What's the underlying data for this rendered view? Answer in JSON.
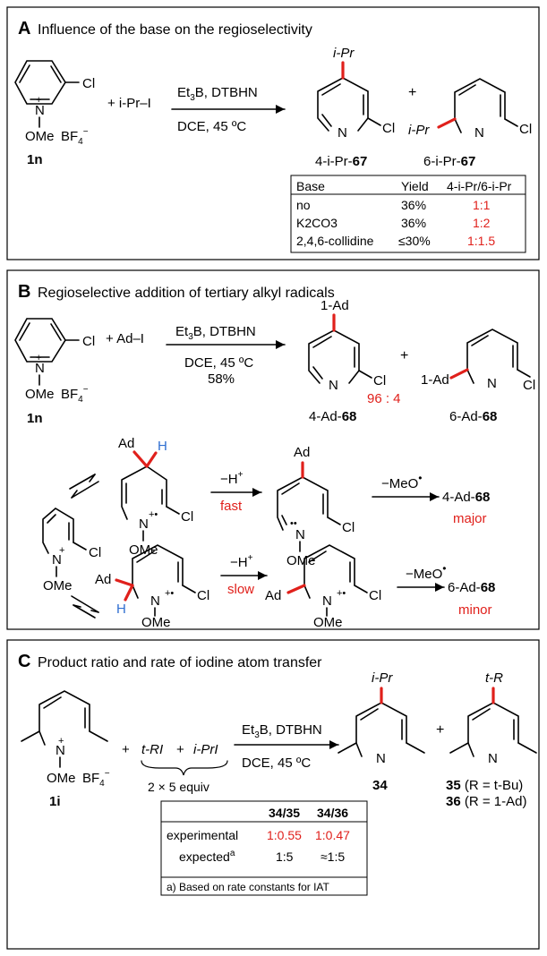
{
  "panelA": {
    "letter": "A",
    "title": "Influence of the base on the regioselectivity",
    "sub_cl": "Cl",
    "sub_n_plus": "+",
    "sub_n": "N",
    "sub_ome": "OMe",
    "sub_bf4": "BF",
    "sub_bf4_sub": "4",
    "sub_bf4_sup": "−",
    "sub_label": "1n",
    "reagent": "+ i-Pr–I",
    "cond_top_et": "Et",
    "cond_top_sub": "3",
    "cond_top_rest": "B, DTBHN",
    "cond_bottom": "DCE, 45 ºC",
    "prod1_sub": "i-Pr",
    "prod1_n": "N",
    "prod1_cl": "Cl",
    "prod1_label_pre": "4-i-Pr-",
    "prod1_label_num": "67",
    "plus": "+",
    "prod2_sub": "i-Pr",
    "prod2_n": "N",
    "prod2_cl": "Cl",
    "prod2_label_pre": "6-i-Pr-",
    "prod2_label_num": "67",
    "table_headers": [
      "Base",
      "Yield",
      "4-i-Pr/6-i-Pr"
    ],
    "table_rows": [
      {
        "base": "no",
        "yield": "36%",
        "ratio": "1:1"
      },
      {
        "base": "K2CO3",
        "yield": "36%",
        "ratio": "1:2"
      },
      {
        "base": "2,4,6-collidine",
        "yield": "≤30%",
        "ratio": "1:1.5"
      }
    ]
  },
  "panelB": {
    "letter": "B",
    "title": "Regioselective addition of tertiary alkyl radicals",
    "sub_cl": "Cl",
    "sub_n_plus": "+",
    "sub_n": "N",
    "sub_ome": "OMe",
    "sub_bf4": "BF",
    "sub_bf4_sub": "4",
    "sub_bf4_sup": "−",
    "sub_label": "1n",
    "reagent": "+ Ad–I",
    "cond_top_et": "Et",
    "cond_top_sub": "3",
    "cond_top_rest": "B, DTBHN",
    "cond_bottom": "DCE, 45 ºC",
    "cond_yield": "58%",
    "prod1_sub": "1-Ad",
    "prod1_n": "N",
    "prod1_cl": "Cl",
    "prod1_label_pre": "4-Ad-",
    "prod1_label_num": "68",
    "plus": "+",
    "ratio": "96 : 4",
    "prod2_sub": "1-Ad",
    "prod2_n": "N",
    "prod2_cl": "Cl",
    "prod2_label_pre": "6-Ad-",
    "prod2_label_num": "68",
    "mech": {
      "rad_cl": "Cl",
      "rad_n": "N",
      "rad_plus": "+",
      "rad_ome": "OMe",
      "int1_ad": "Ad",
      "int1_h": "H",
      "int1_n": "N",
      "int1_cl": "Cl",
      "int1_ome": "OMe",
      "int1_charge": "+•",
      "step1_top": "−H",
      "step1_top_sup": "+",
      "step1_bottom": "fast",
      "rc1_ad": "Ad",
      "rc1_n": "N",
      "rc1_cl": "Cl",
      "rc1_ome": "OMe",
      "rc1_dots": "••",
      "step2_top": "−MeO",
      "step2_top_sup": "•",
      "prod_major_pre": "4-Ad-",
      "prod_major_num": "68",
      "major": "major",
      "int2_ad": "Ad",
      "int2_h": "H",
      "int2_n": "N",
      "int2_cl": "Cl",
      "int2_ome": "OMe",
      "int2_charge": "+•",
      "step3_top": "−H",
      "step3_top_sup": "+",
      "step3_bottom": "slow",
      "rc2_ad": "Ad",
      "rc2_n": "N",
      "rc2_cl": "Cl",
      "rc2_ome": "OMe",
      "rc2_charge": "+•",
      "step4_top": "−MeO",
      "step4_top_sup": "•",
      "prod_minor_pre": "6-Ad-",
      "prod_minor_num": "68",
      "minor": "minor"
    }
  },
  "panelC": {
    "letter": "C",
    "title": "Product ratio and rate of iodine atom transfer",
    "sub_n_plus": "+",
    "sub_n": "N",
    "sub_ome": "OMe",
    "sub_bf4": "BF",
    "sub_bf4_sub": "4",
    "sub_bf4_sup": "−",
    "sub_label": "1i",
    "plus1": "+",
    "reagent_a": "t-RI",
    "plus2": "+",
    "reagent_b": "i-PrI",
    "equiv": "2 × 5 equiv",
    "cond_top_et": "Et",
    "cond_top_sub": "3",
    "cond_top_rest": "B, DTBHN",
    "cond_bottom": "DCE, 45 ºC",
    "prod1_sub": "i-Pr",
    "prod1_n": "N",
    "prod1_label": "34",
    "plus": "+",
    "prod2_sub": "t-R",
    "prod2_n": "N",
    "prod2_label1_num": "35",
    "prod2_label1_rest": " (R = t-Bu)",
    "prod2_label2_num": "36",
    "prod2_label2_rest": " (R = 1-Ad)",
    "table_headers": [
      "",
      "34/35",
      "34/36"
    ],
    "table_rows": [
      {
        "label": "experimental",
        "r1": "1:0.55",
        "r2": "1:0.47"
      },
      {
        "label": "expected",
        "label_sup": "a",
        "r1": "1:5",
        "r2": "≈1:5"
      }
    ],
    "footnote": "a) Based on rate constants for IAT"
  },
  "colors": {
    "accent_red": "#e0201b",
    "hydrogen_blue": "#2f6fd1"
  }
}
